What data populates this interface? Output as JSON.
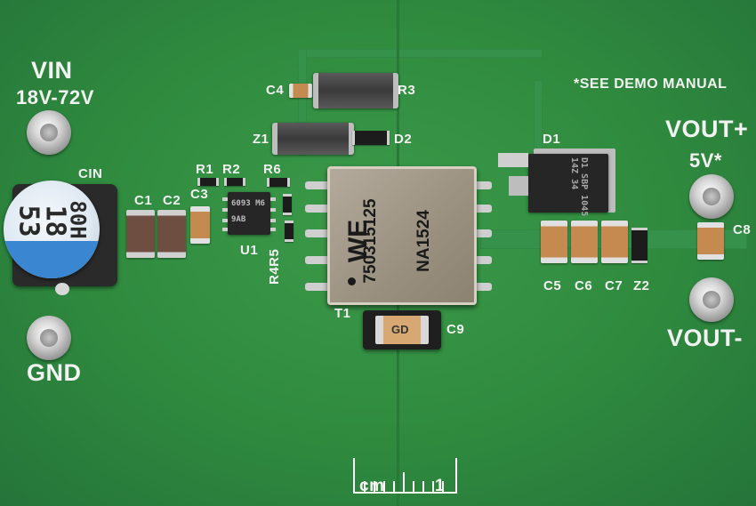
{
  "board": {
    "labels": {
      "vin": "VIN",
      "vin_range": "18V-72V",
      "gnd": "GND",
      "cin": "CIN",
      "c1": "C1",
      "c2": "C2",
      "c3": "C3",
      "c4": "C4",
      "c5": "C5",
      "c6": "C6",
      "c7": "C7",
      "c8": "C8",
      "c9": "C9",
      "r1": "R1",
      "r2": "R2",
      "r3": "R3",
      "r4r5": "R4R5",
      "r6": "R6",
      "u1": "U1",
      "z1": "Z1",
      "z2": "Z2",
      "d1": "D1",
      "d2": "D2",
      "t1": "T1",
      "see_manual": "*SEE DEMO MANUAL",
      "vout_plus": "VOUT+",
      "vout_value": "5V*",
      "vout_minus": "VOUT-",
      "ruler_unit": "cm",
      "ruler_one": "1"
    },
    "cin_marking": {
      "line1": "53",
      "line2": "18",
      "line3": "80H"
    },
    "transformer": {
      "logo": "WE",
      "part_number": "750315125",
      "model": "NA1524"
    },
    "d1_marking": "D1 SBP 1045 14Z 34",
    "u1_marking": "6093 M69AB",
    "c9_marking": "GD",
    "colors": {
      "pcb": "#2f8a3e",
      "silkscreen": "#f2f2f2",
      "transformer_body": "#a09686",
      "cin_sleeve": "#dfe9f2"
    }
  }
}
